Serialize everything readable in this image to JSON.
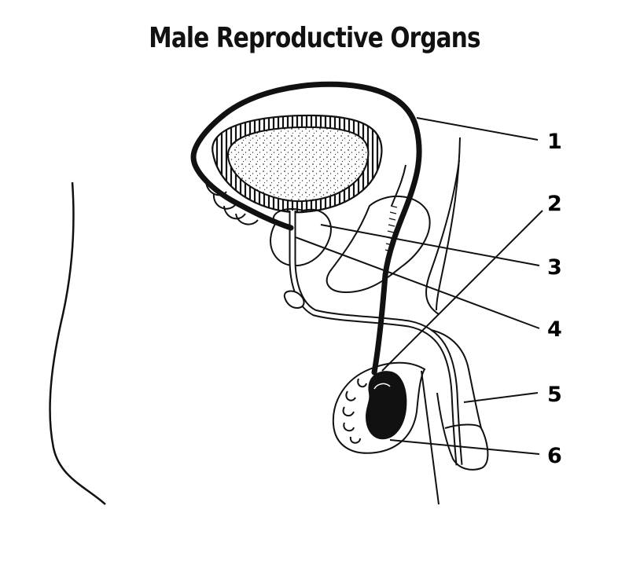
{
  "title": "Male Reproductive Organs",
  "callouts": [
    {
      "label": "1"
    },
    {
      "label": "2"
    },
    {
      "label": "3"
    },
    {
      "label": "4"
    },
    {
      "label": "5"
    },
    {
      "label": "6"
    }
  ],
  "colors": {
    "ink": "#111111",
    "background": "#ffffff",
    "stipple": "#333333"
  }
}
